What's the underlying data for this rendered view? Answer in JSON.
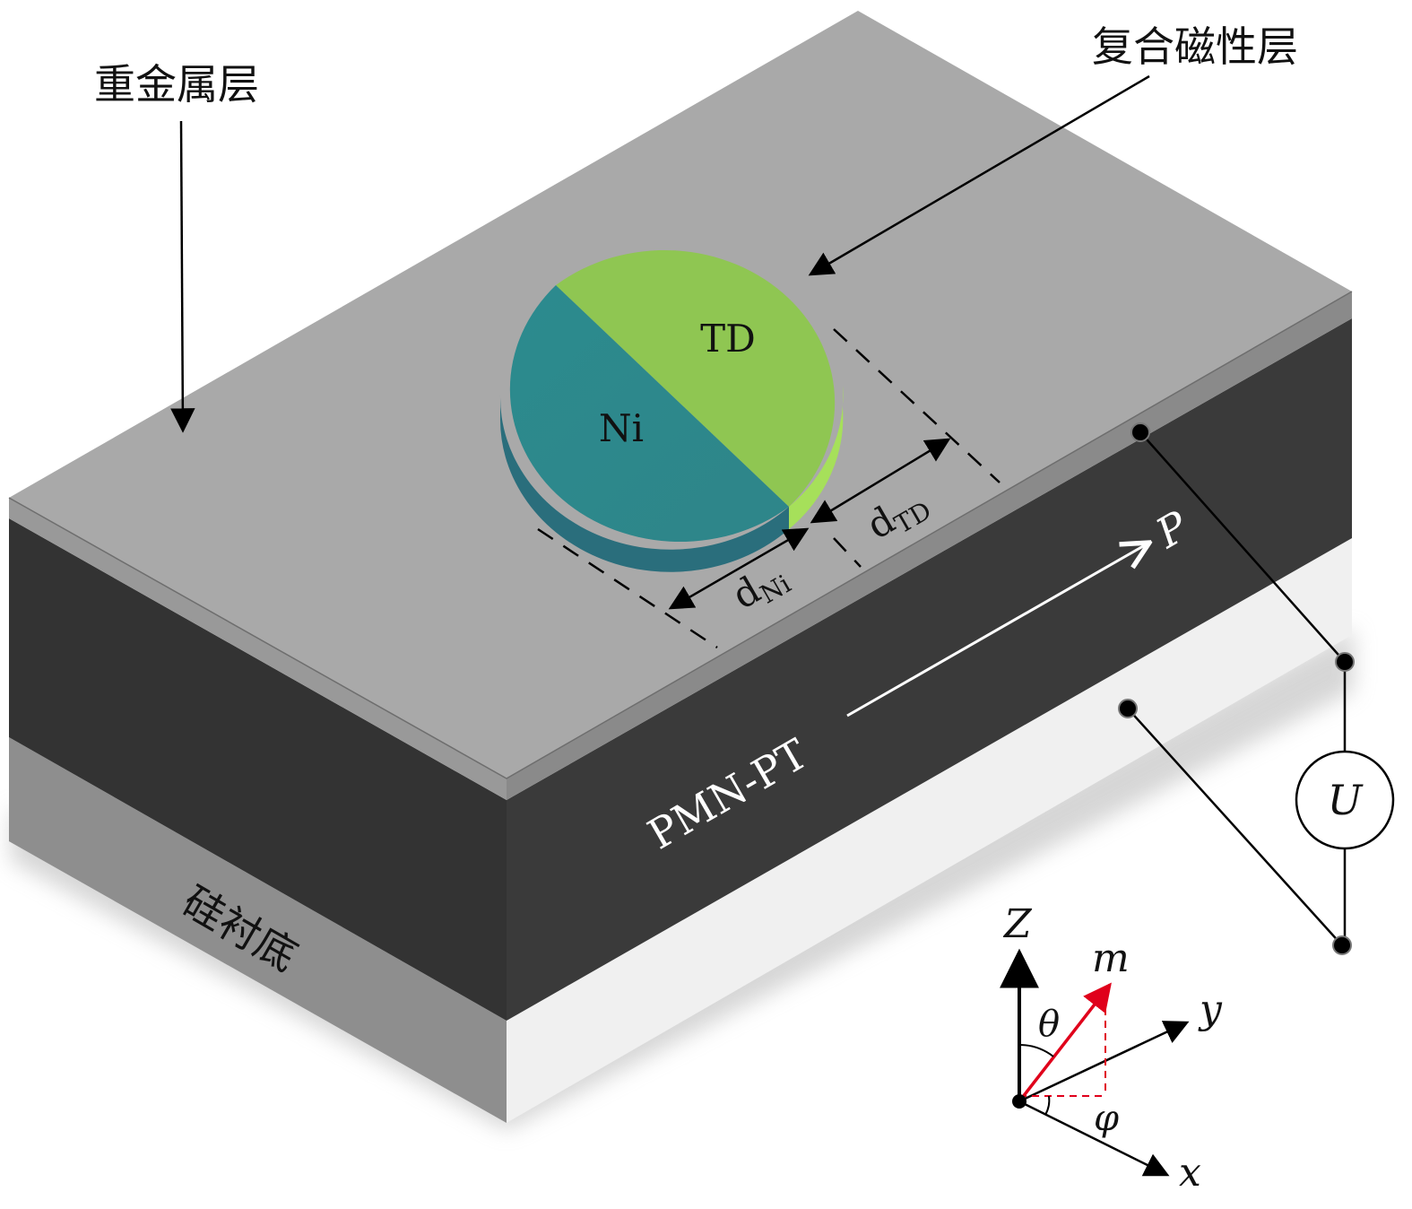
{
  "labels": {
    "heavy_metal_layer": "重金属层",
    "composite_magnetic_layer": "复合磁性层",
    "silicon_substrate": "硅衬底",
    "pmn_pt": "PMN-PT",
    "polarization": "P",
    "ni": "Ni",
    "td": "TD",
    "d_ni": {
      "base": "d",
      "sub": "Ni"
    },
    "d_td": {
      "base": "d",
      "sub": "TD"
    },
    "voltage": "U"
  },
  "axes": {
    "z": "Z",
    "x": "x",
    "y": "y",
    "m": "m",
    "theta": "θ",
    "phi": "φ"
  },
  "colors": {
    "heavy_metal_top": "#a9a9a9",
    "heavy_metal_edge": "#8c8c8c",
    "pmn_pt": "#333333",
    "substrate_front": "#8e8e8e",
    "substrate_side": "#f0f0f0",
    "ni": "#2e8a8c",
    "td": "#8fc652",
    "td_edge": "#a6e05a",
    "m_vector": "#e0001b"
  }
}
